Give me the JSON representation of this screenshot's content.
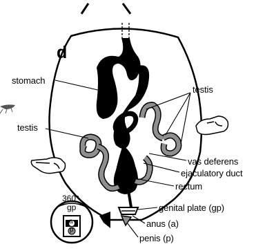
{
  "panel_letter": "d",
  "labels": {
    "stomach": "stomach",
    "testis_right": "testis",
    "testis_left": "testis",
    "vas_deferens": "vas deferens",
    "ejaculatory_duct": "ejaculatory duct",
    "rectum": "rectum",
    "genital_plate": "genital plate (gp)",
    "anus": "anus (a)",
    "penis": "penis (p)"
  },
  "inset": {
    "rotation": "360°",
    "gp": "gp",
    "a": "a",
    "p": "p"
  },
  "colors": {
    "outline": "#000000",
    "organ_dark": "#000000",
    "testis_fill": "#8f8f8f",
    "background": "#ffffff"
  },
  "icons": [
    "pointing-hand-left-icon",
    "pointing-hand-right-icon",
    "rotation-arrow-icon"
  ]
}
